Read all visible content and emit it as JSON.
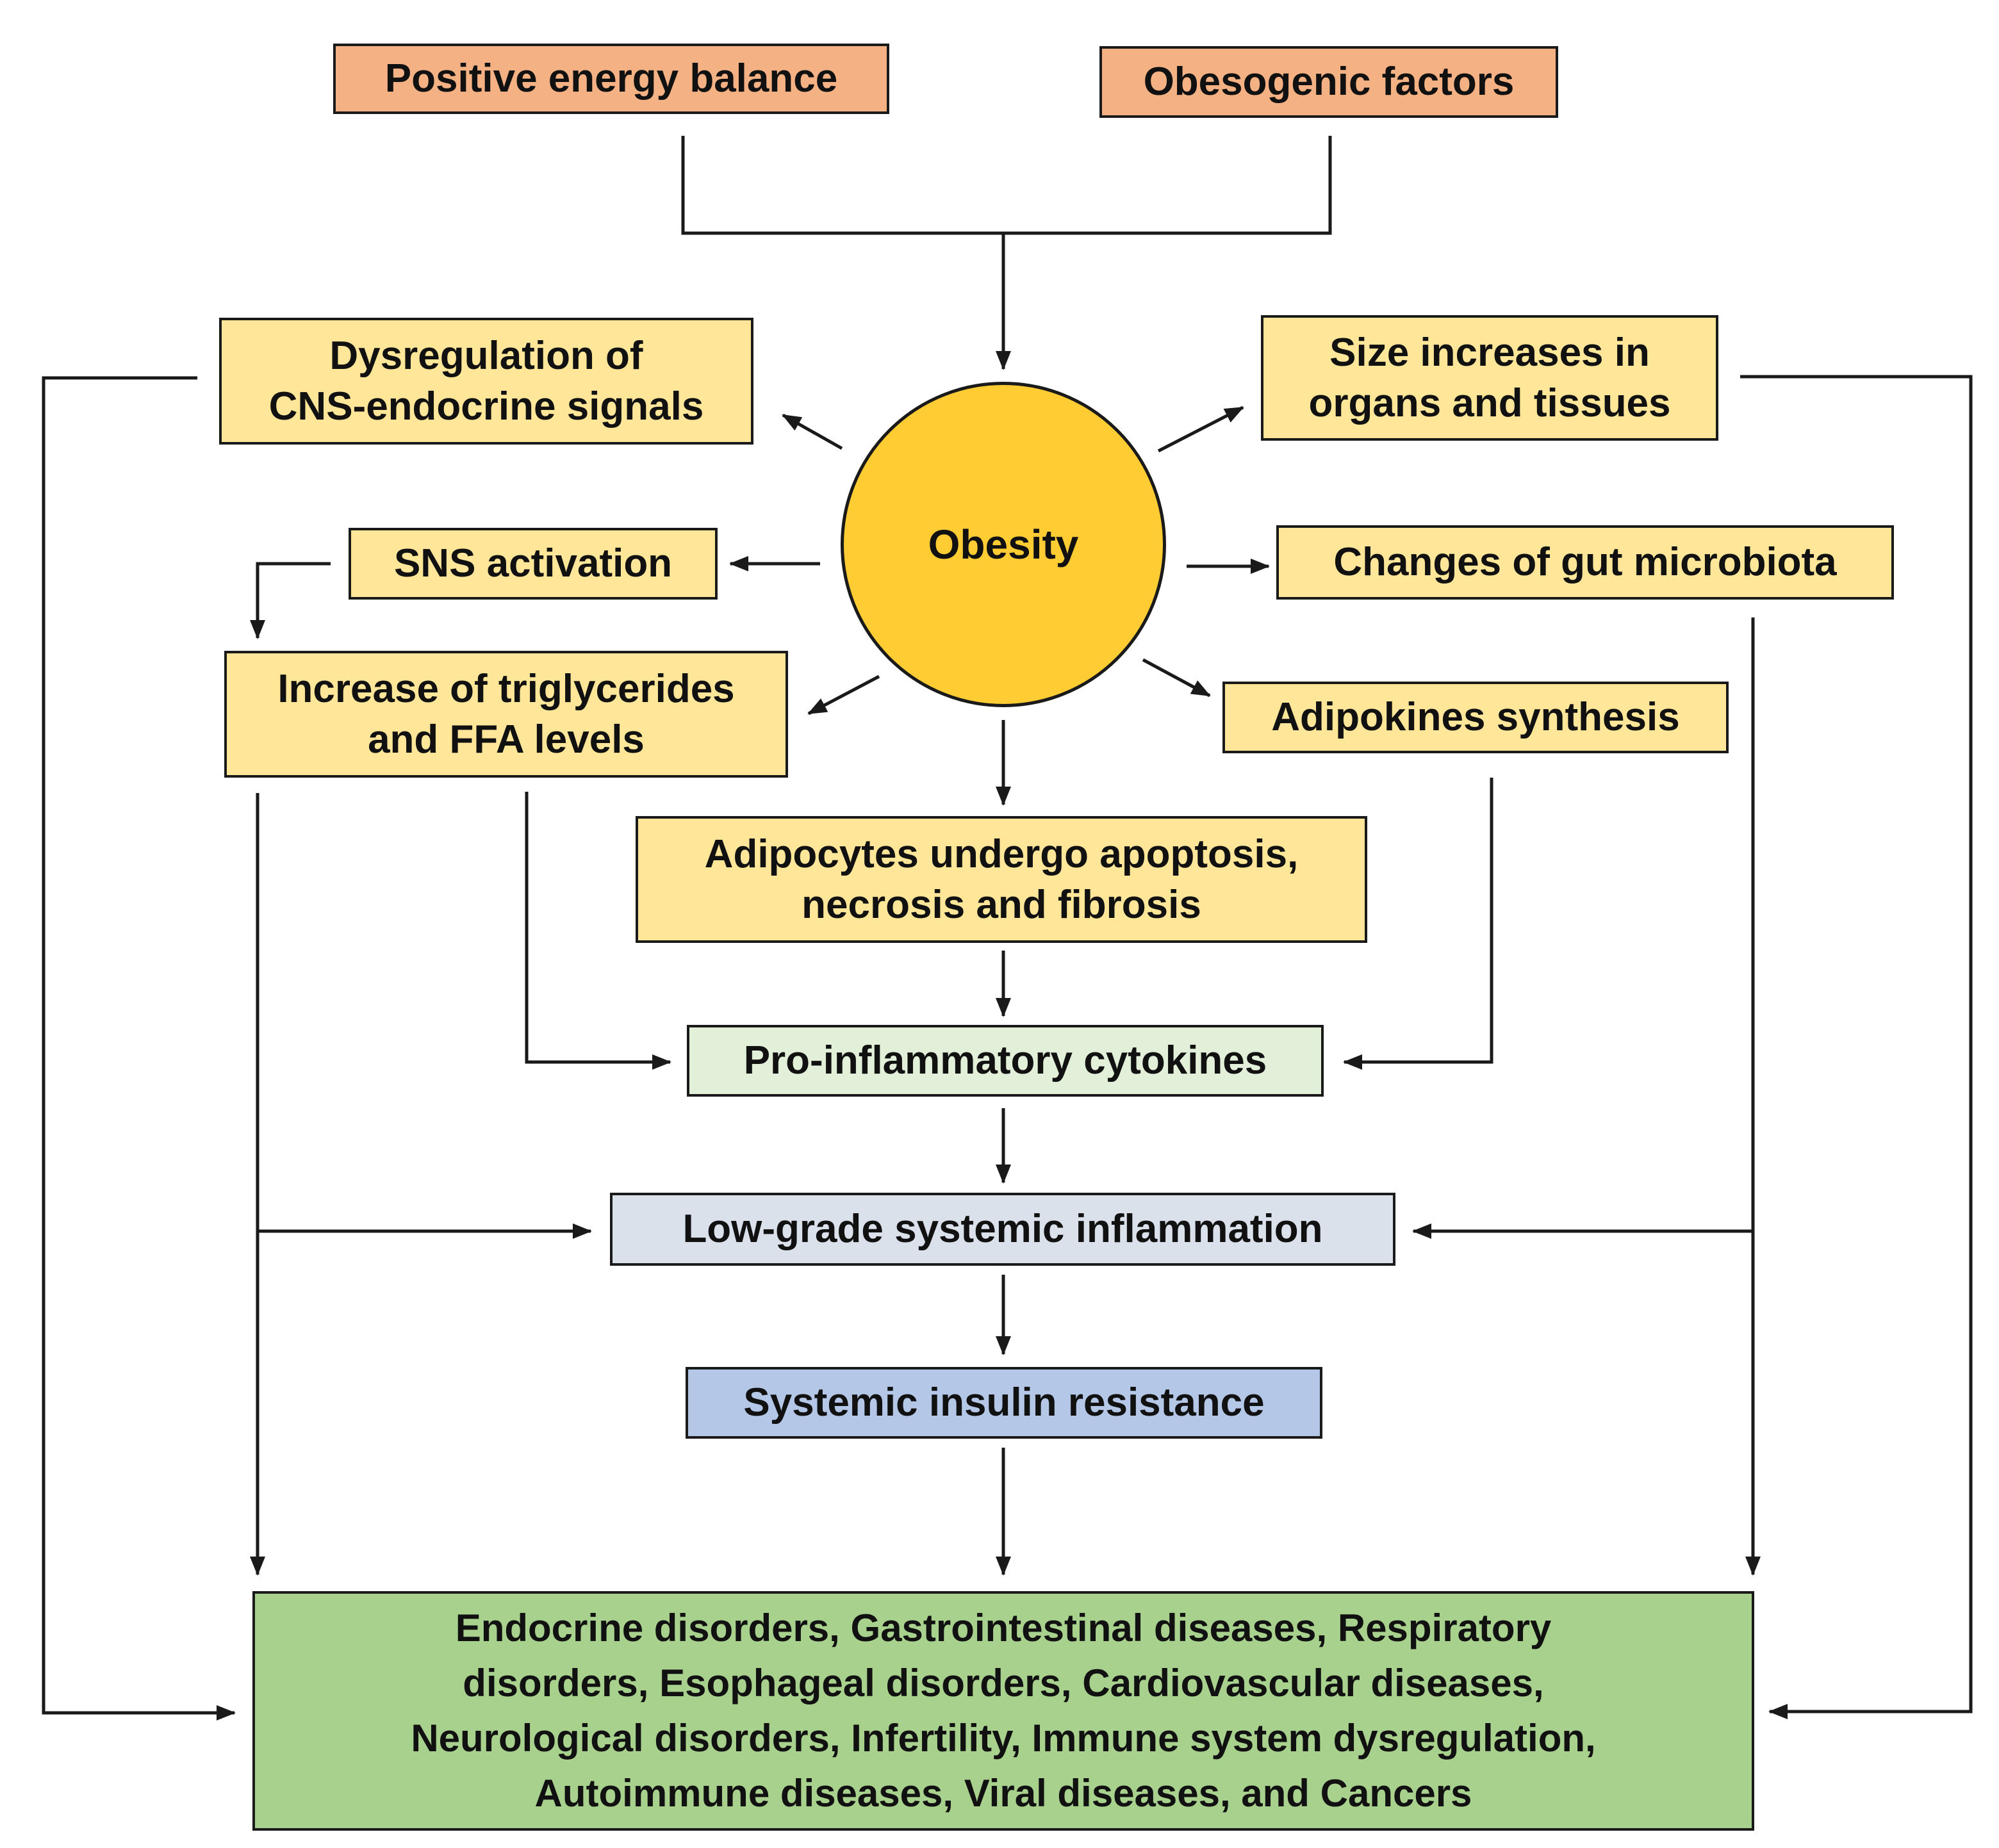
{
  "colors": {
    "cause_fill": "#f4b183",
    "effect_fill": "#ffe699",
    "circle_fill": "#ffcc33",
    "cytokines_fill": "#e2f0d9",
    "inflammation_fill": "#dae1ea",
    "insulin_fill": "#b4c7e7",
    "outcome_fill": "#a9d18e",
    "line": "#1a1a1a"
  },
  "nodes": {
    "positive_energy": "Positive energy balance",
    "obesogenic": "Obesogenic factors",
    "obesity": "Obesity",
    "cns_line1": "Dysregulation of",
    "cns_line2": "CNS-endocrine signals",
    "size_line1": "Size increases in",
    "size_line2": "organs and tissues",
    "sns": "SNS activation",
    "gut": "Changes of gut microbiota",
    "trig_line1": "Increase of triglycerides",
    "trig_line2": "and FFA levels",
    "adipokines": "Adipokines synthesis",
    "adipo_line1": "Adipocytes undergo apoptosis,",
    "adipo_line2": "necrosis and fibrosis",
    "cytokines": "Pro-inflammatory cytokines",
    "inflammation": "Low-grade systemic inflammation",
    "insulin": "Systemic insulin resistance",
    "outcome_line1": "Endocrine disorders, Gastrointestinal diseases, Respiratory",
    "outcome_line2": "disorders, Esophageal disorders, Cardiovascular diseases,",
    "outcome_line3": "Neurological disorders, Infertility, Immune system dysregulation,",
    "outcome_line4": "Autoimmune diseases, Viral diseases, and Cancers"
  }
}
